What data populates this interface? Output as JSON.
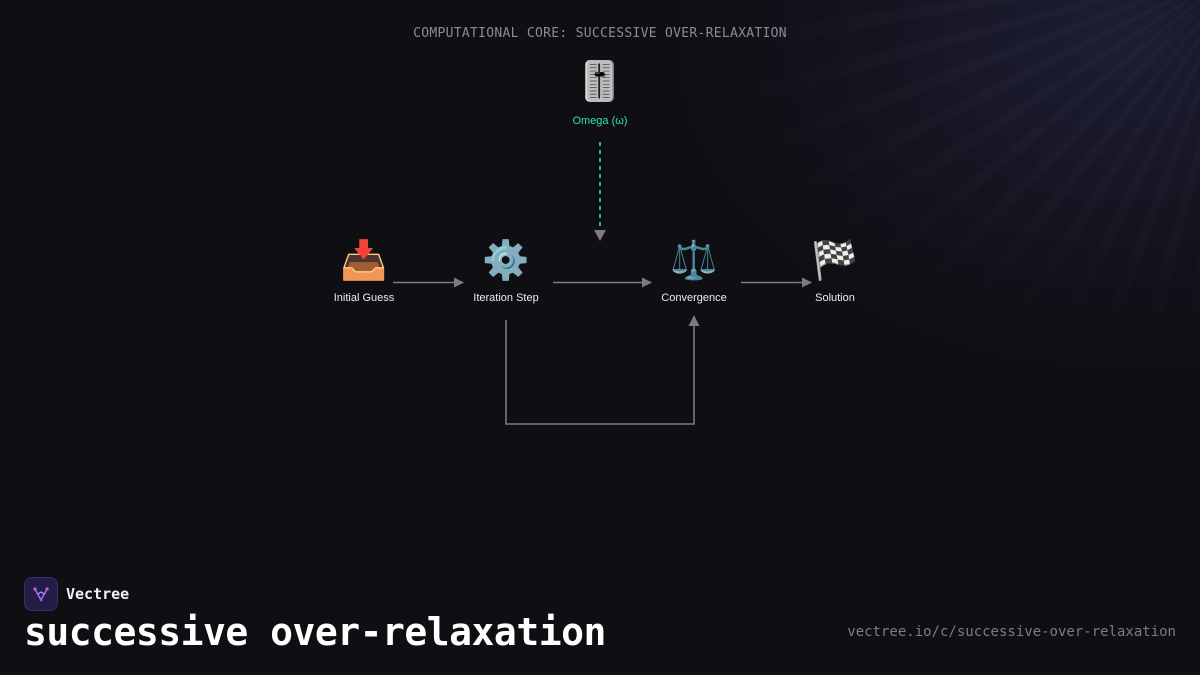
{
  "diagram": {
    "title": "COMPUTATIONAL CORE: SUCCESSIVE OVER-RELAXATION",
    "nodes": {
      "omega": {
        "label": "Omega (ω)",
        "icon": "🎚️",
        "icon_name": "level-slider-icon"
      },
      "initial_guess": {
        "label": "Initial Guess",
        "icon": "📥",
        "icon_name": "inbox-tray-icon"
      },
      "iteration_step": {
        "label": "Iteration Step",
        "icon": "⚙️",
        "icon_name": "gear-icon"
      },
      "convergence": {
        "label": "Convergence",
        "icon": "⚖️",
        "icon_name": "balance-scale-icon"
      },
      "solution": {
        "label": "Solution",
        "icon": "🏁",
        "icon_name": "checkered-flag-icon"
      }
    },
    "edges": [
      {
        "from": "omega",
        "to": "convergence",
        "style": "dashed"
      },
      {
        "from": "initial_guess",
        "to": "iteration_step",
        "style": "solid"
      },
      {
        "from": "iteration_step",
        "to": "convergence",
        "style": "solid"
      },
      {
        "from": "convergence",
        "to": "solution",
        "style": "solid"
      },
      {
        "from": "iteration_step",
        "to": "convergence",
        "style": "solid-loop"
      }
    ],
    "colors": {
      "edge": "#7a7a80",
      "dashed_edge": "#2de0b0",
      "accent_label": "#2de0b0"
    }
  },
  "brand": {
    "name": "Vectree",
    "logo_color": "#231d45"
  },
  "footer": {
    "headline": "successive over-relaxation",
    "url": "vectree.io/c/successive-over-relaxation"
  }
}
